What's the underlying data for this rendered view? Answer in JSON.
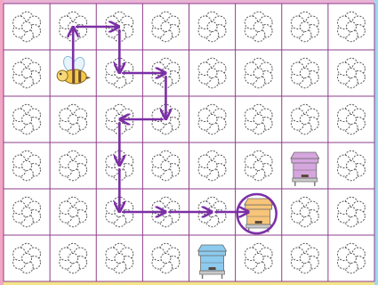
{
  "board": {
    "columns": 8,
    "rows": 6,
    "edge_colors": {
      "top": "#e9b3d6",
      "left": "#f2a6c4",
      "right": "#9fd9ef",
      "bottom": "#f4e58a"
    },
    "grid_color": "#8f3d8c",
    "flower_outline_color": "#555555"
  },
  "pieces": {
    "bee": {
      "icon": "bee-icon",
      "col": 1,
      "row": 1,
      "color": "#f4c94a"
    },
    "hives": [
      {
        "icon": "beehive-icon",
        "name": "purple-hive",
        "col": 6,
        "row": 3,
        "color": "#d6a6df"
      },
      {
        "icon": "beehive-icon",
        "name": "yellow-hive",
        "col": 5,
        "row": 4,
        "color": "#f7c57a",
        "circled": true
      },
      {
        "icon": "beehive-icon",
        "name": "blue-hive",
        "col": 4,
        "row": 5,
        "color": "#8ccbee"
      }
    ]
  },
  "path": {
    "color": "#7b2fa6",
    "cells": [
      [
        1,
        1
      ],
      [
        1,
        0
      ],
      [
        2,
        0
      ],
      [
        2,
        1
      ],
      [
        3,
        1
      ],
      [
        3,
        2
      ],
      [
        2,
        2
      ],
      [
        2,
        3
      ],
      [
        2,
        4
      ],
      [
        3,
        4
      ],
      [
        4,
        4
      ],
      [
        5,
        4
      ]
    ]
  }
}
